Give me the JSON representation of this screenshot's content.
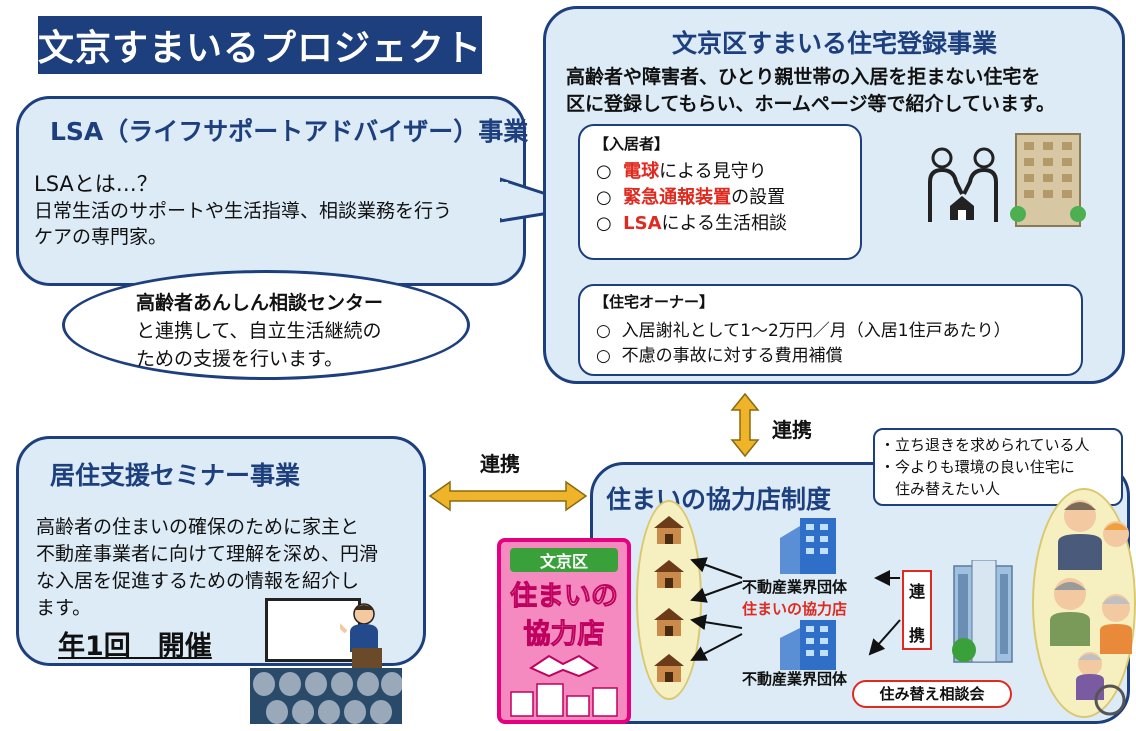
{
  "title": "文京すまいるプロジェクト",
  "lsa": {
    "heading": "LSA（ライフサポートアドバイザー）事業",
    "question": "LSAとは…？",
    "desc": [
      "日常生活のサポートや生活指導、相談業務を行う",
      "ケアの専門家。"
    ],
    "bubble": [
      "高齢者あんしん相談センター",
      "と連携して、自立生活継続の",
      "ための支援を行います。"
    ]
  },
  "housing": {
    "heading": "文京区すまいる住宅登録事業",
    "desc": [
      "高齢者や障害者、ひとり親世帯の入居を拒まない住宅を",
      "区に登録してもらい、ホームページ等で紹介しています。"
    ],
    "resident_title": "【入居者】",
    "resident_items": [
      {
        "mark": "○",
        "em": "電球",
        "rest": "による見守り"
      },
      {
        "mark": "○",
        "em": "緊急通報装置",
        "rest": "の設置"
      },
      {
        "mark": "○",
        "em": "LSA",
        "rest": "による生活相談"
      }
    ],
    "owner_title": "【住宅オーナー】",
    "owner_items": [
      {
        "mark": "○",
        "text": "入居謝礼として1～2万円／月（入居1住戸あたり）"
      },
      {
        "mark": "○",
        "text": "不慮の事故に対する費用補償"
      }
    ]
  },
  "link_vertical": "連携",
  "link_horizontal": "連携",
  "seminar": {
    "heading": "居住支援セミナー事業",
    "desc": [
      "高齢者の住まいの確保のために家主と",
      "不動産事業者に向けて理解を深め、円滑",
      "な入居を促進するための情報を紹介し",
      "ます。"
    ],
    "frequency": "年1回　開催"
  },
  "coop": {
    "heading": "住まいの協力店制度",
    "target_notes": [
      "・立ち退きを求められている人",
      "・今よりも環境の良い住宅に",
      "　住み替えたい人"
    ],
    "poster_ward": "文京区",
    "poster_line1": "住まいの",
    "poster_line2": "協力店",
    "org1": "不動産業界団体",
    "coop_shop": "住まいの協力店",
    "org2": "不動産業界団体",
    "renkei_chars": [
      "連",
      "携"
    ],
    "consultation": "住み替え相談会"
  },
  "colors": {
    "navy": "#1d3f7e",
    "panel": "#dcebf6",
    "red": "#e02a20",
    "arrow": "#f0b42a",
    "poster": "#e85aa0"
  }
}
